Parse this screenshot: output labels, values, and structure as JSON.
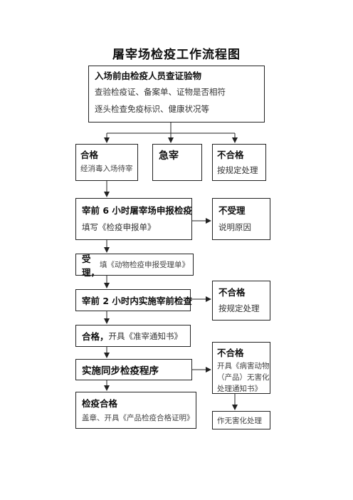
{
  "title": "屠宰场检疫工作流程图",
  "top": {
    "heading": "入场前由检疫人员查证验物",
    "line1": "查验检疫证、备案单、证物是否相符",
    "line2": "逐头检查免疫标识、健康状况等"
  },
  "pass1": {
    "heading": "合格",
    "sub": "经消毒入场待宰"
  },
  "urgent": {
    "heading": "急宰"
  },
  "fail1": {
    "heading": "不合格",
    "sub": "按规定处理"
  },
  "report": {
    "heading": "宰前 6 小时屠宰场申报检疫",
    "sub": "填写《检疫申报单》"
  },
  "reject": {
    "heading": "不受理",
    "sub": "说明原因"
  },
  "accept": {
    "heading": "受理，",
    "sub": "填《动物检疫申报受理单》"
  },
  "preinspect": {
    "heading": "宰前 2 小时内实施宰前检查"
  },
  "fail2": {
    "heading": "不合格",
    "sub": "按规定处理"
  },
  "notice": {
    "heading": "合格，",
    "sub": "开具《准宰通知书》"
  },
  "sync": {
    "heading": "实施同步检疫程序"
  },
  "fail3": {
    "heading": "不合格",
    "line1": "开具《病害动物",
    "line2": "（产品）无害化",
    "line3": "处理通知书》"
  },
  "final": {
    "heading": "检疫合格",
    "sub": "盖章、开具《产品检疫合格证明》"
  },
  "harmless": {
    "label": "作无害化处理"
  }
}
